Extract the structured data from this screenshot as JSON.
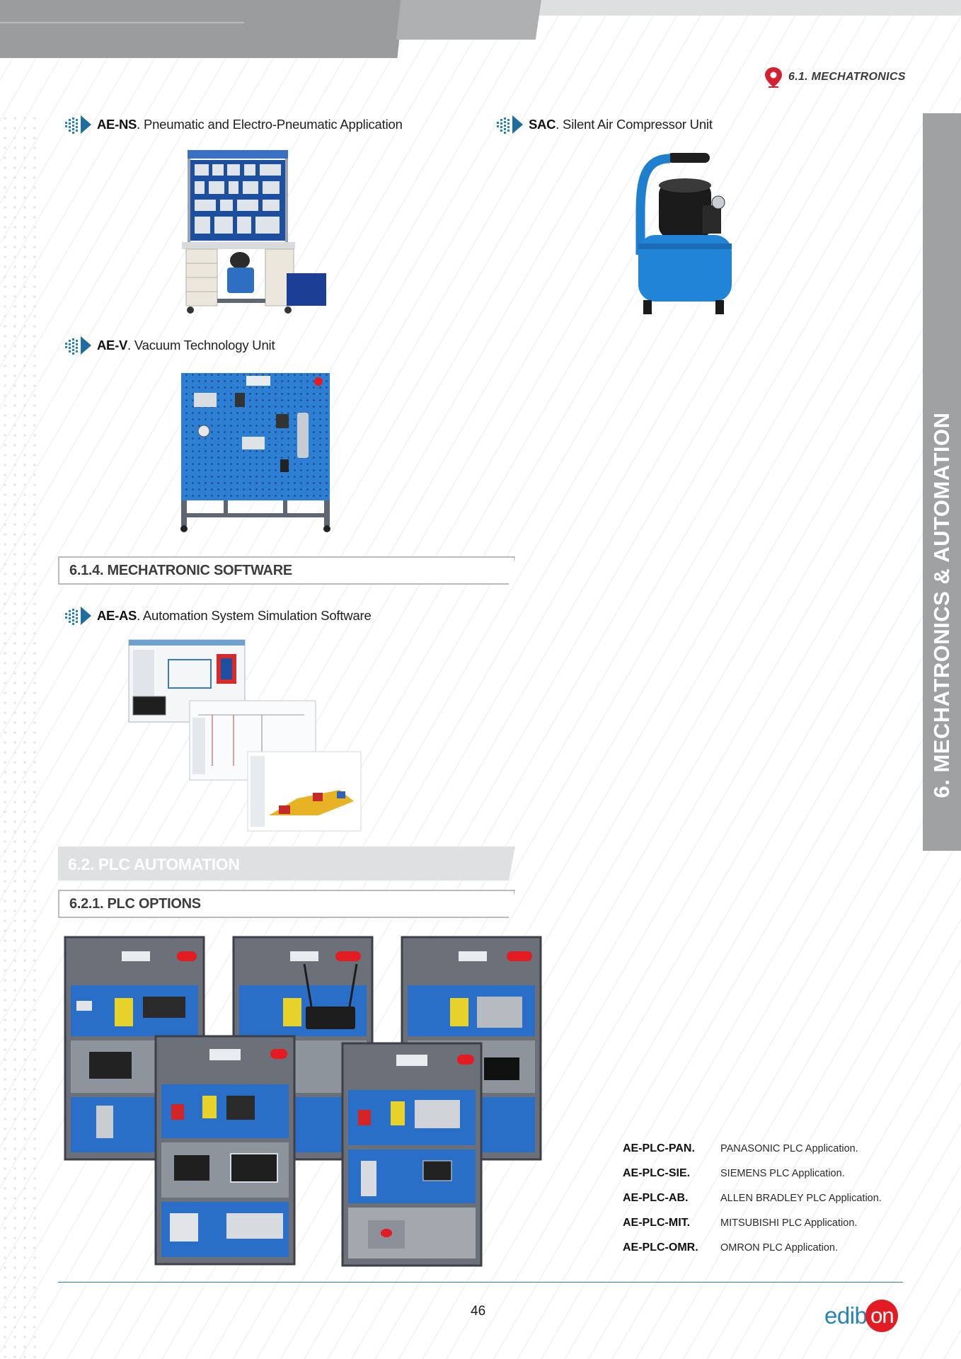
{
  "header": {
    "section_tag": "6.1. MECHATRONICS"
  },
  "side_tab": {
    "label": "6. MECHATRONICS & AUTOMATION"
  },
  "products": [
    {
      "code": "AE-NS",
      "description": ". Pneumatic and Electro-Pneumatic Application"
    },
    {
      "code": "SAC",
      "description": ". Silent Air Compressor Unit"
    },
    {
      "code": "AE-V",
      "description": ". Vacuum Technology Unit"
    },
    {
      "code": "AE-AS",
      "description": ". Automation System Simulation Software"
    }
  ],
  "sections": {
    "mechatronic_software": "6.1.4. MECHATRONIC SOFTWARE",
    "plc_automation": "6.2. PLC AUTOMATION",
    "plc_options": "6.2.1. PLC OPTIONS"
  },
  "plc_options": [
    {
      "code": "AE-PLC-PAN.",
      "description": "PANASONIC PLC Application."
    },
    {
      "code": "AE-PLC-SIE.",
      "description": "SIEMENS PLC Application."
    },
    {
      "code": "AE-PLC-AB.",
      "description": "ALLEN BRADLEY PLC Application."
    },
    {
      "code": "AE-PLC-MIT.",
      "description": "MITSUBISHI PLC Application."
    },
    {
      "code": "AE-PLC-OMR.",
      "description": "OMRON PLC Application."
    }
  ],
  "footer": {
    "page_number": "46",
    "logo_text": "edib",
    "logo_circle": "on"
  },
  "colors": {
    "accent_blue": "#2783b9",
    "brand_red": "#e31b23",
    "tab_gray": "#9fa0a2"
  }
}
